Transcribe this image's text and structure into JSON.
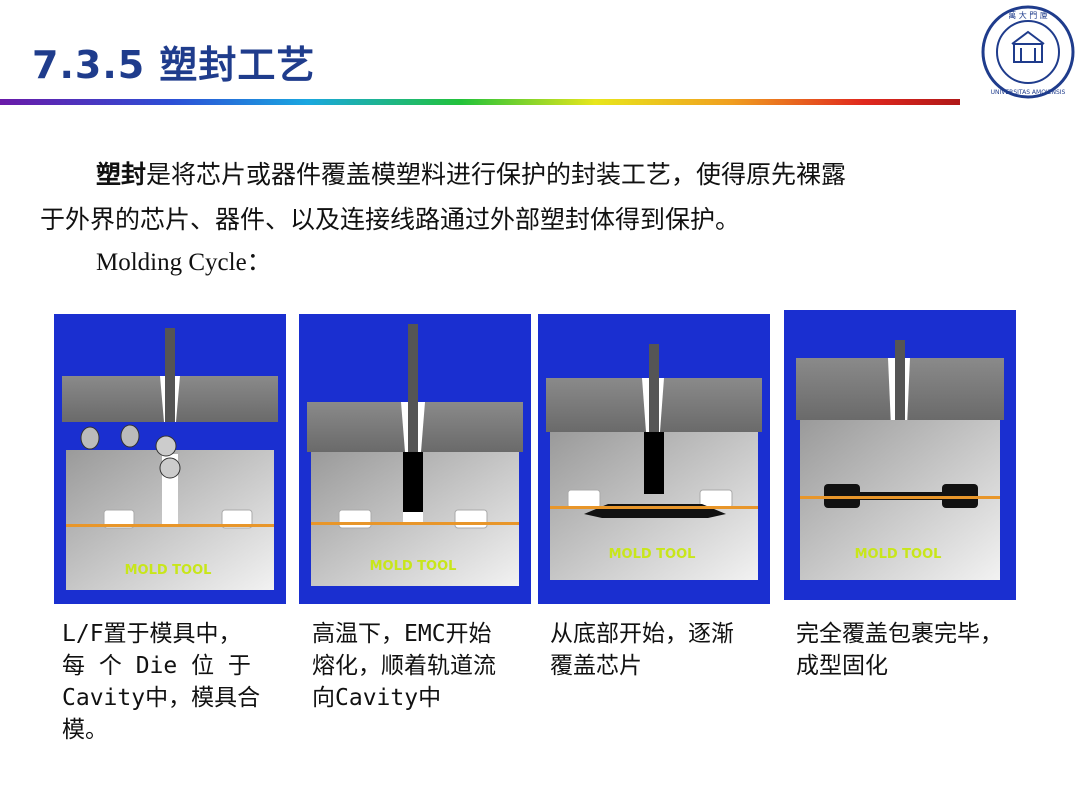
{
  "title": "7.3.5 塑封工艺",
  "intro": {
    "bold_term": "塑封",
    "line1_rest": "是将芯片或器件覆盖模塑料进行保护的封装工艺，使得原先裸露",
    "line2": "于外界的芯片、器件、以及连接线路通过外部塑封体得到保护。",
    "molding_cycle": "Molding Cycle："
  },
  "logo": {
    "icon": "university-seal-icon",
    "chars": "萬 大 門 廈",
    "latin": "UNIVERSITAS AMOIENSIS"
  },
  "panels": [
    {
      "label": "MOLD TOOL",
      "caption_lines": [
        "L/F置于模具中，",
        "每 个 Die 位 于",
        "Cavity中，模具合",
        "模。"
      ]
    },
    {
      "label": "MOLD TOOL",
      "caption_lines": [
        "高温下，EMC开始",
        "熔化，顺着轨道流",
        "向Cavity中"
      ]
    },
    {
      "label": "MOLD TOOL",
      "caption_lines": [
        "从底部开始，逐渐",
        "覆盖芯片"
      ]
    },
    {
      "label": "MOLD TOOL",
      "caption_lines": [
        "完全覆盖包裹完毕，",
        "成型固化"
      ]
    }
  ],
  "colors": {
    "title": "#1f3c8c",
    "panel_bg": "#1a2fd0",
    "label": "#c8e61a",
    "leadframe": "#e8962a"
  }
}
